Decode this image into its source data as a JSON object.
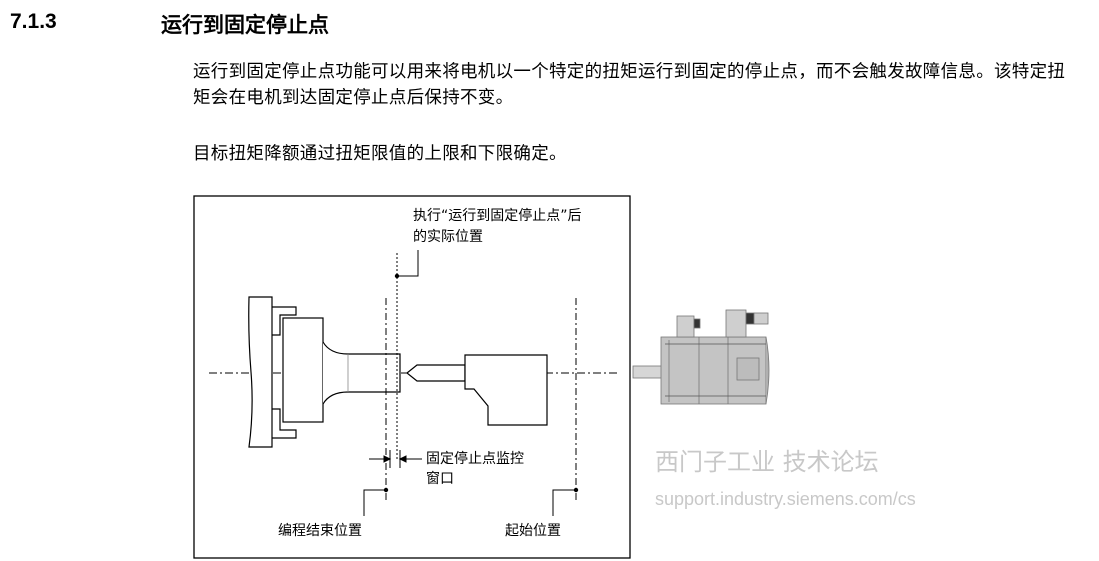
{
  "section": {
    "number": "7.1.3",
    "title": "运行到固定停止点"
  },
  "paragraphs": [
    "运行到固定停止点功能可以用来将电机以一个特定的扭矩运行到固定的停止点，而不会触发故障信息。该特定扭矩会在电机到达固定停止点后保持不变。",
    "目标扭矩降额通过扭矩限值的上限和下限确定。"
  ],
  "figure": {
    "labels": {
      "actual_position_line1": "执行“运行到固定停止点”后",
      "actual_position_line2": "的实际位置",
      "monitoring_window_line1": "固定停止点监控",
      "monitoring_window_line2": "窗口",
      "programmed_end": "编程结束位置",
      "start_position": "起始位置"
    },
    "watermark": {
      "line1": "西门子工业 技术论坛",
      "line2": "support.industry.siemens.com/cs"
    }
  }
}
